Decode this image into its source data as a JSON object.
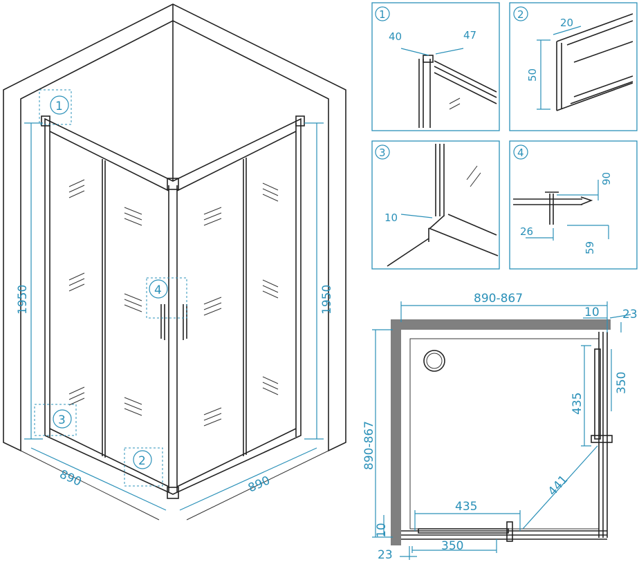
{
  "main_view": {
    "height_left": "1950",
    "height_right": "1950",
    "width_left": "890",
    "width_right": "890",
    "callouts": [
      "1",
      "2",
      "3",
      "4"
    ]
  },
  "details": [
    {
      "number": "1",
      "dims": [
        "40",
        "47"
      ]
    },
    {
      "number": "2",
      "dims": [
        "20",
        "50"
      ]
    },
    {
      "number": "3",
      "dims": [
        "10"
      ]
    },
    {
      "number": "4",
      "dims": [
        "90",
        "26",
        "59"
      ]
    }
  ],
  "plan_view": {
    "width": "890-867",
    "depth": "890-867",
    "gap_top": "10",
    "offset_top": "23",
    "door_right_opening": "350",
    "door_right_panel": "435",
    "diagonal": "441",
    "door_bottom_panel": "435",
    "door_bottom_opening": "350",
    "gap_left": "10",
    "offset_left": "23"
  },
  "colors": {
    "dimension": "#2a90b8",
    "wall": "#808080"
  }
}
